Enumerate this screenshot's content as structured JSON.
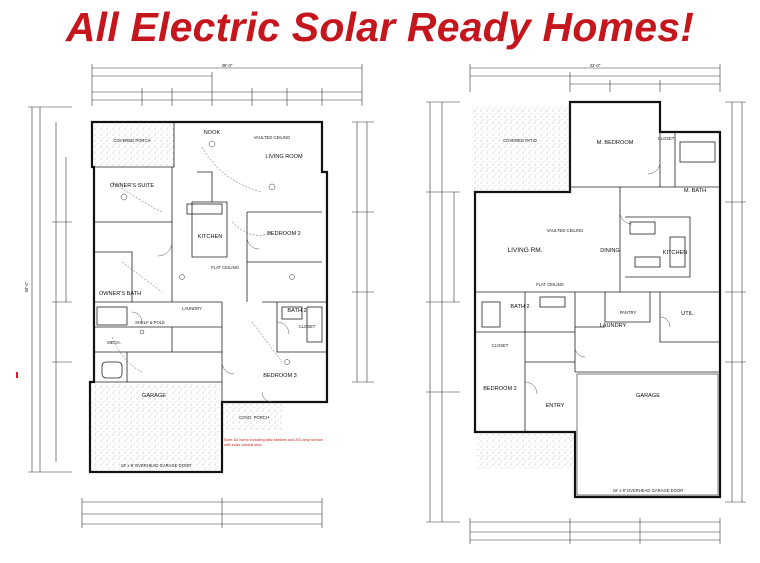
{
  "title": "All Electric Solar Ready Homes!",
  "left_plan": {
    "overall_width": "38'-0\"",
    "overall_depth": "58'-0\"",
    "rooms": {
      "covered_porch": "COVERED PORCH",
      "nook": "NOOK",
      "living_room": "LIVING ROOM",
      "vaulted_ceiling": "VAULTED CEILING",
      "owners_suite": "OWNER'S SUITE",
      "kitchen": "KITCHEN",
      "bedroom_2": "BEDROOM 2",
      "flat_ceiling": "FLAT CEILING",
      "owners_bath": "OWNER'S BATH",
      "laundry": "LAUNDRY",
      "bath_2": "BATH 2",
      "closet": "CLOSET",
      "shelf_pole": "SHELF & POLE",
      "mech": "MECH.",
      "bedroom_3": "BEDROOM 3",
      "garage": "GARAGE",
      "covered_porch_2": "COVD. PORCH",
      "garage_door": "16' x 8' OVERHEAD GARAGE DOOR"
    },
    "notes": {
      "red_note": "Note: All home including attic shelves and 200 amp service with solar conduit stub."
    }
  },
  "right_plan": {
    "overall_width": "32'-0\"",
    "rooms": {
      "covered_patio": "COVERED PATIO",
      "m_bedroom": "M. BEDROOM",
      "closet": "CLOSET",
      "m_bath": "M. BATH",
      "vaulted_ceiling": "VAULTED CEILING",
      "living_rm": "LIVING RM.",
      "dining": "DINING",
      "kitchen": "KITCHEN",
      "flat_ceiling": "FLAT CEILING",
      "bath_2": "BATH 2",
      "laundry": "LAUNDRY",
      "pantry": "PANTRY",
      "util": "UTIL.",
      "bedroom_2": "BEDROOM 2",
      "entry": "ENTRY",
      "garage": "GARAGE",
      "garage_door": "16' x 8' OVERHEAD GARAGE DOOR"
    }
  }
}
